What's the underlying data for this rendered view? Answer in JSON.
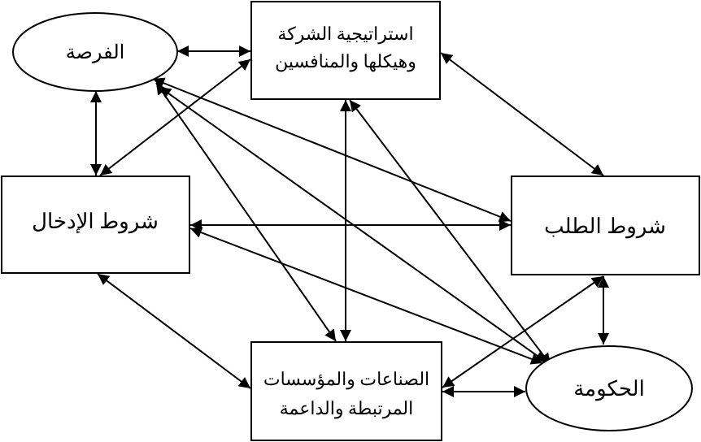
{
  "nodes": {
    "opportunity": "الفرصة",
    "strategy_line1": "استراتيجية الشركة",
    "strategy_line2": "وهيكلها والمنافسين",
    "input_conditions": "شروط الإدخال",
    "demand_conditions": "شروط الطلب",
    "industries_line1": "الصناعات والمؤسسات",
    "industries_line2": "المرتبطة والداعمة",
    "government": "الحكومة"
  },
  "colors": {
    "stroke": "#000000",
    "fill": "#ffffff"
  }
}
